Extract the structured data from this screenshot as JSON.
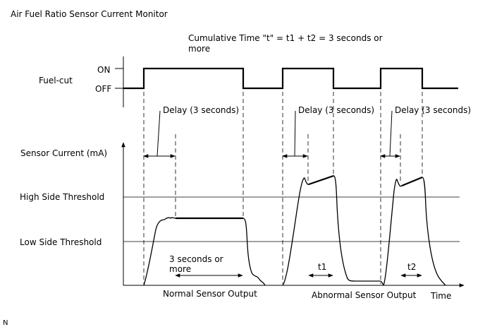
{
  "title": "Air Fuel Ratio Sensor Current Monitor",
  "cumulative_note_line1": "Cumulative Time \"t\" = t1 + t2 = 3 seconds or",
  "cumulative_note_line2": "more",
  "fuel_cut_label": "Fuel-cut",
  "on_label": "ON",
  "off_label": "OFF",
  "delay_label_1": "Delay (3 seconds)",
  "delay_label_2": "Delay (3 seconds)",
  "delay_label_3": "Delay (3 seconds)",
  "sensor_current_label": "Sensor Current (mA)",
  "high_threshold_label": "High Side Threshold",
  "low_threshold_label": "Low Side Threshold",
  "three_seconds_line1": "3 seconds or",
  "three_seconds_line2": "more",
  "t1_label": "t1",
  "t2_label": "t2",
  "normal_output_label": "Normal Sensor Output",
  "abnormal_output_label": "Abnormal Sensor Output",
  "time_label": "Time",
  "corner_mark": "N"
}
